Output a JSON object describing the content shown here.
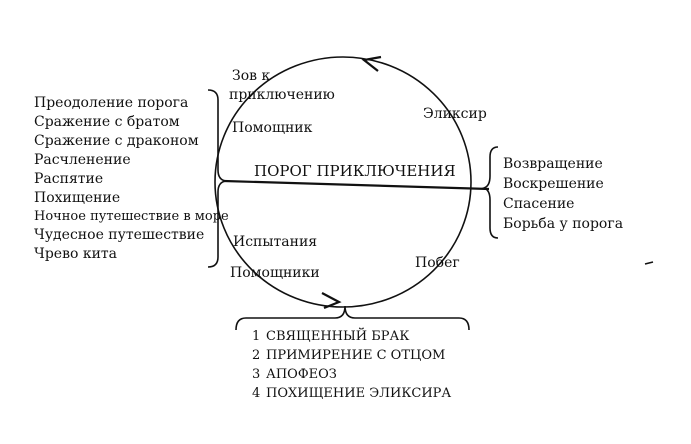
{
  "circle_labels": {
    "call": [
      "Зов к",
      "приключению"
    ],
    "helper": "Помощник",
    "elixir": "Эликсир",
    "threshold": "ПОРОГ ПРИКЛЮЧЕНИЯ",
    "trials": "Испытания",
    "helpers": "Помощники",
    "flight": "Побег"
  },
  "left_list": [
    "Преодоление порога",
    "Сражение с братом",
    "Сражение с драконом",
    "Расчленение",
    "Распятие",
    "Похищение",
    "Ночное путешествие в море",
    "Чудесное путешествие",
    "Чрево кита"
  ],
  "right_list": [
    "Возвращение",
    "Воскрешение",
    "Спасение",
    "Борьба у порога"
  ],
  "bottom_list": [
    {
      "num": "1",
      "text": "СВЯЩЕННЫЙ БРАК"
    },
    {
      "num": "2",
      "text": "ПРИМИРЕНИЕ С ОТЦОМ"
    },
    {
      "num": "3",
      "text": "АПОФЕОЗ"
    },
    {
      "num": "4",
      "text": "ПОХИЩЕНИЕ ЭЛИКСИРА"
    }
  ]
}
